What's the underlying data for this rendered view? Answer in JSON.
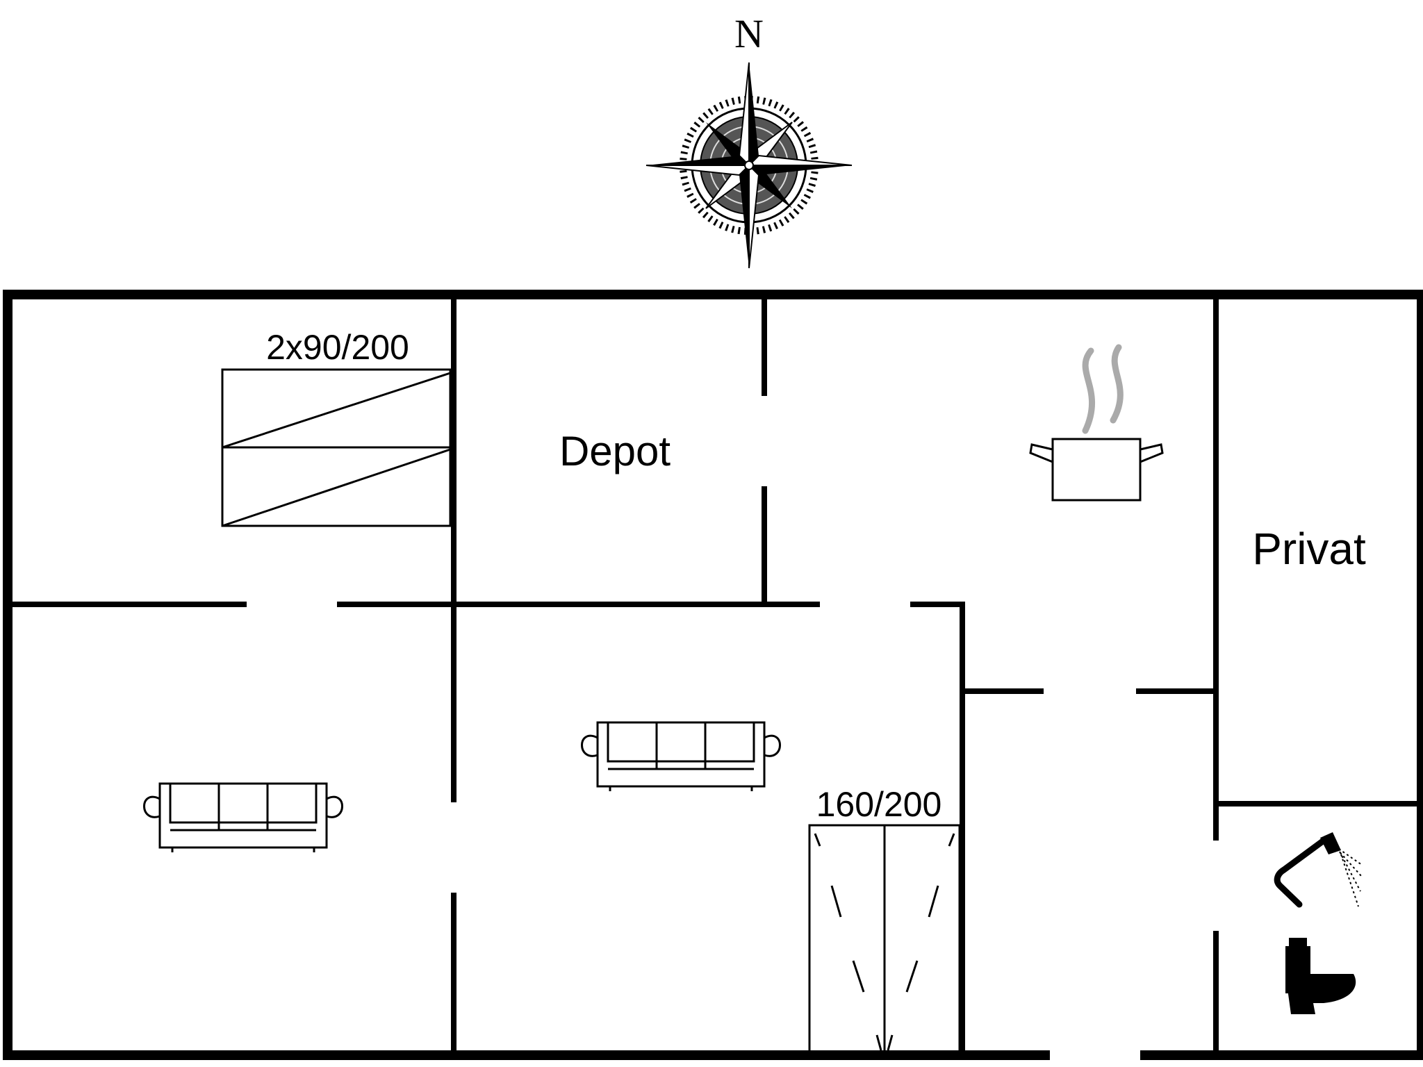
{
  "compass": {
    "north_label": "N"
  },
  "rooms": {
    "depot_label": "Depot",
    "privat_label": "Privat"
  },
  "beds": {
    "twin_size": "2x90/200",
    "double_size": "160/200"
  },
  "icons": [
    "compass-rose-icon",
    "cooking-pot-icon",
    "sofa-icon",
    "shower-icon",
    "toilet-icon"
  ]
}
